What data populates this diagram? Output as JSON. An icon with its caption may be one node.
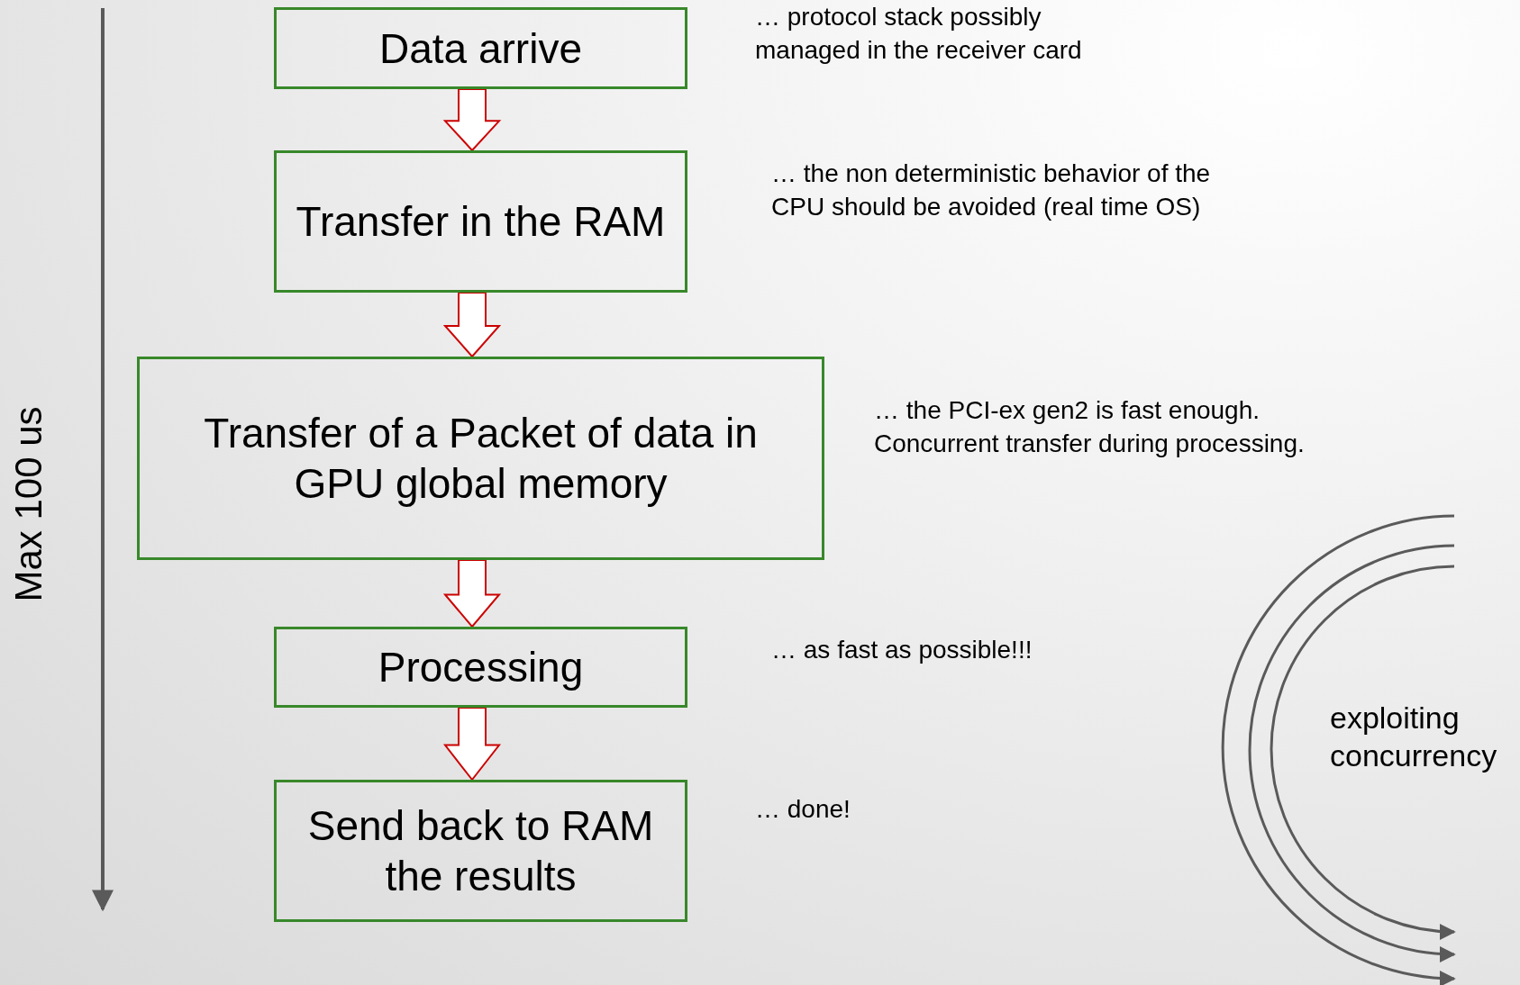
{
  "diagram": {
    "nodes": [
      {
        "text": [
          "Data arrive"
        ],
        "beside": [
          "… protocol stack possibly managed in the receiver card"
        ]
      },
      {
        "text": [
          "Transfer in the RAM"
        ],
        "beside": [
          "… the non deterministic behavior of the CPU should be avoided (real time OS)"
        ]
      },
      {
        "text": [
          "Transfer of a Packet of data in GPU global memory"
        ],
        "beside": [
          "… the PCI-ex gen2 is fast enough. Concurrent transfer during processing."
        ]
      },
      {
        "text": [
          "Processing"
        ],
        "beside": [
          "… as fast as possible!!!"
        ]
      },
      {
        "text": [
          "Send back to RAM the results"
        ],
        "beside": [
          "… done!"
        ]
      }
    ],
    "edges": [
      {
        "from": 0,
        "to": 1,
        "arrow": "to"
      },
      {
        "from": 1,
        "to": 2,
        "arrow": "to"
      },
      {
        "from": 2,
        "to": 3,
        "arrow": "to"
      },
      {
        "from": 3,
        "to": 4,
        "arrow": "to"
      }
    ],
    "labels": [
      "Max 100 us",
      "exploiting concurrency"
    ]
  }
}
